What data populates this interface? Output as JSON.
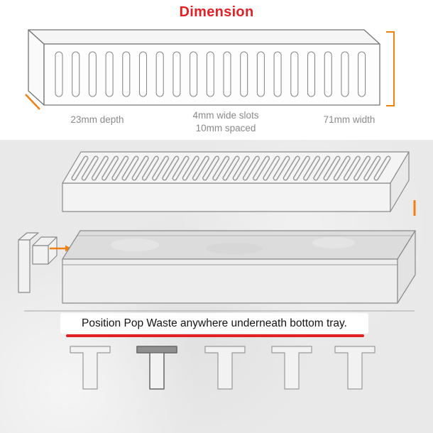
{
  "header": {
    "title": "Dimension"
  },
  "dimension_labels": {
    "depth": "23mm depth",
    "slot_width": "4mm wide slots",
    "slot_spacing": "10mm spaced",
    "width": "71mm width"
  },
  "assembly": {
    "note": "Position Pop Waste anywhere underneath bottom tray."
  },
  "colors": {
    "accent_red": "#e32125",
    "accent_orange": "#f0800f",
    "line_gray": "#757575",
    "label_gray": "#8a8a8a",
    "panel_gray": "#e9e9e9"
  }
}
